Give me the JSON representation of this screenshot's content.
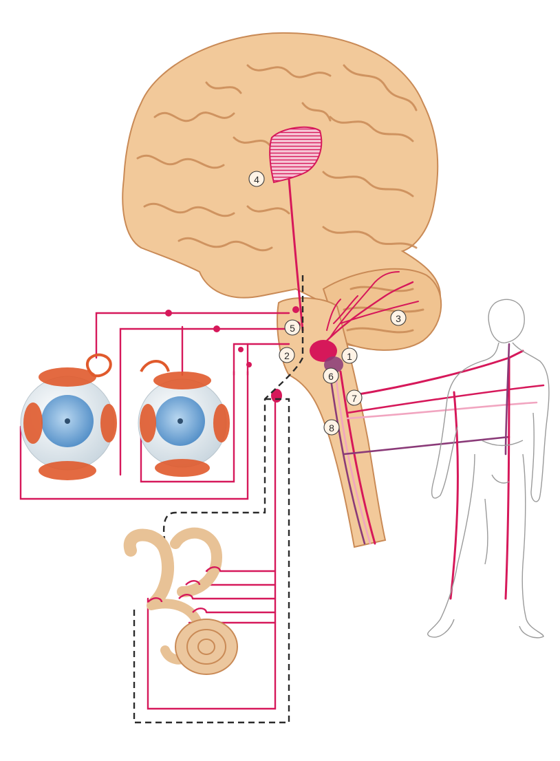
{
  "labels": [
    {
      "id": "1",
      "text": "1"
    },
    {
      "id": "2",
      "text": "2"
    },
    {
      "id": "3",
      "text": "3"
    },
    {
      "id": "4",
      "text": "4"
    },
    {
      "id": "5",
      "text": "5"
    },
    {
      "id": "6",
      "text": "6"
    },
    {
      "id": "7",
      "text": "7"
    },
    {
      "id": "8",
      "text": "8"
    }
  ],
  "colors": {
    "brain": "#f2c99a",
    "brain_shadow": "#d9a06a",
    "pathway": "#d6185a",
    "pathway_purple": "#8a3a78",
    "pathway_pink": "#f1a5c0",
    "muscle": "#e05a2c",
    "eye": "#e6eef3",
    "iris": "#6fa6d8",
    "body_outline": "#9a9a9a",
    "dashed_path": "#2a2a2a"
  },
  "icons": [
    "brain-icon",
    "eye-icon",
    "inner-ear-icon",
    "human-figure-icon"
  ]
}
